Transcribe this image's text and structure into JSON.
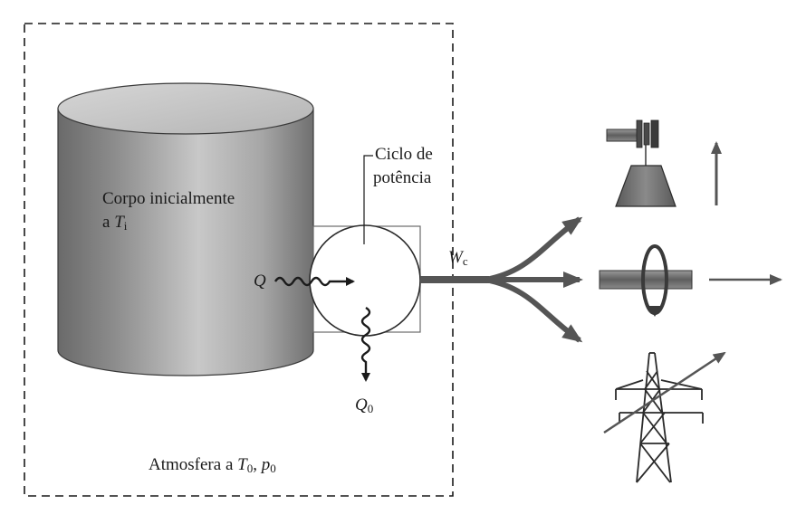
{
  "system_body": {
    "line1": "Corpo inicialmente",
    "line2_prefix": "a ",
    "T": "T",
    "T_sub": "i"
  },
  "cycle": {
    "line1": "Ciclo de",
    "line2": "potência"
  },
  "heat_in": {
    "symbol": "Q"
  },
  "heat_out": {
    "symbol": "Q",
    "sub": "0"
  },
  "work": {
    "symbol": "W",
    "sub": "c"
  },
  "atmosphere": {
    "prefix": "Atmosfera a ",
    "T": "T",
    "T_sub": "0",
    "sep": ", ",
    "p": "p",
    "p_sub": "0"
  },
  "colors": {
    "ink": "#1a1a1a",
    "cylinder_dark": "#6e6e6e",
    "cylinder_light": "#bdbdbd",
    "arrow": "#555555",
    "weight": "#6a6a6a"
  },
  "icons": [
    "raised-weight-icon",
    "rotating-shaft-icon",
    "power-tower-icon"
  ]
}
